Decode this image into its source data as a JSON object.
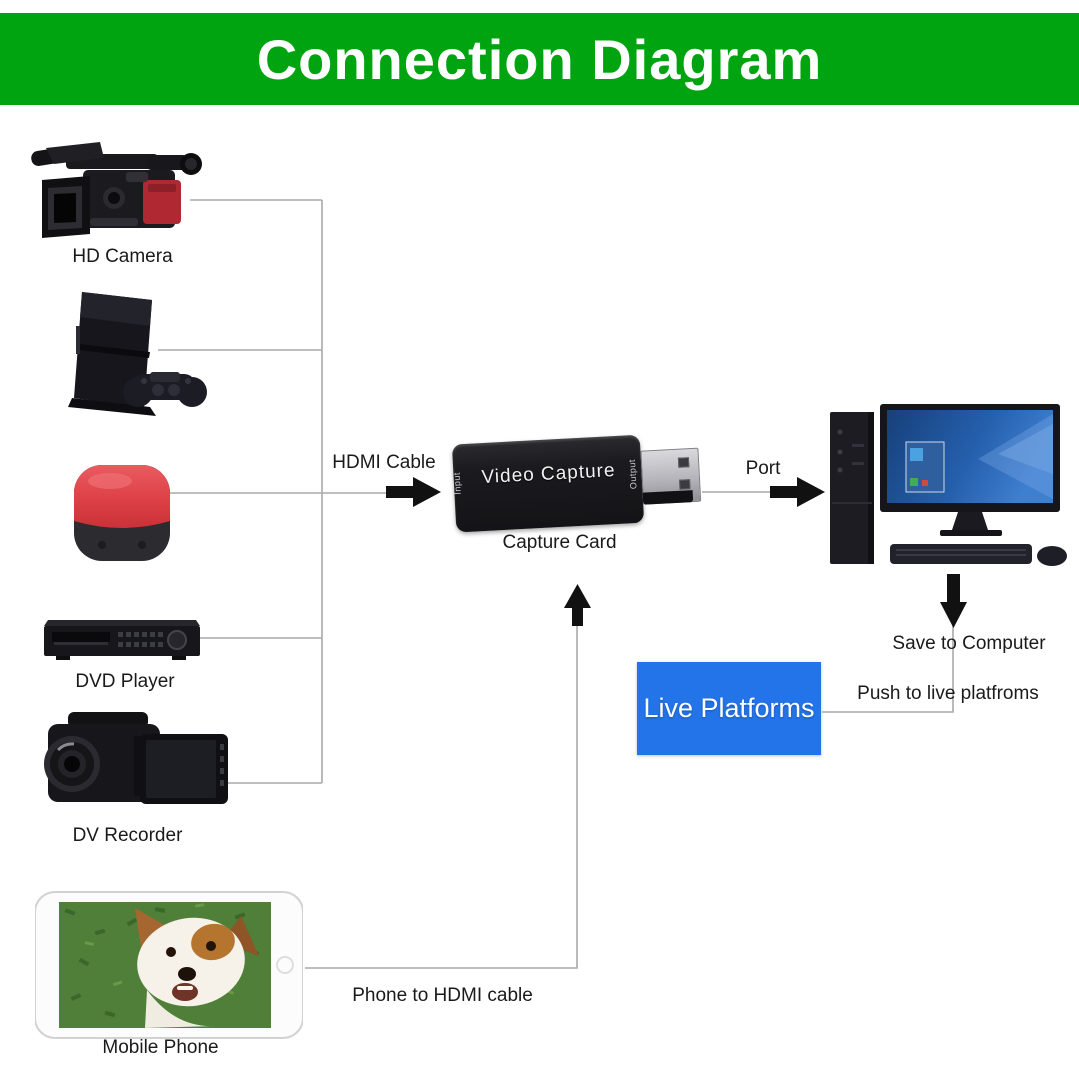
{
  "header": {
    "title": "Connection Diagram",
    "bg_color": "#00a411",
    "text_color": "#ffffff"
  },
  "sources": {
    "hd_camera": {
      "label": "HD Camera"
    },
    "dvd_player": {
      "label": "DVD Player"
    },
    "dv_recorder": {
      "label": "DV Recorder"
    },
    "mobile_phone": {
      "label": "Mobile Phone"
    }
  },
  "capture_card": {
    "device_text": "Video Capture",
    "input_label": "Input",
    "output_label": "Output",
    "caption": "Capture Card",
    "body_color": "#1b1b1f"
  },
  "labels": {
    "hdmi_cable": "HDMI Cable",
    "port": "Port",
    "phone_cable": "Phone to HDMI cable",
    "save_to_computer": "Save to Computer",
    "push_to_live": "Push to live platfroms"
  },
  "live_platforms": {
    "label": "Live Platforms",
    "bg_color": "#2374e8",
    "text_color": "#ffffff"
  },
  "colors": {
    "connector_line": "#a9a9a9",
    "arrow": "#111111",
    "tv_box_red": "#e0444a",
    "camera_accent_red": "#b02832"
  }
}
